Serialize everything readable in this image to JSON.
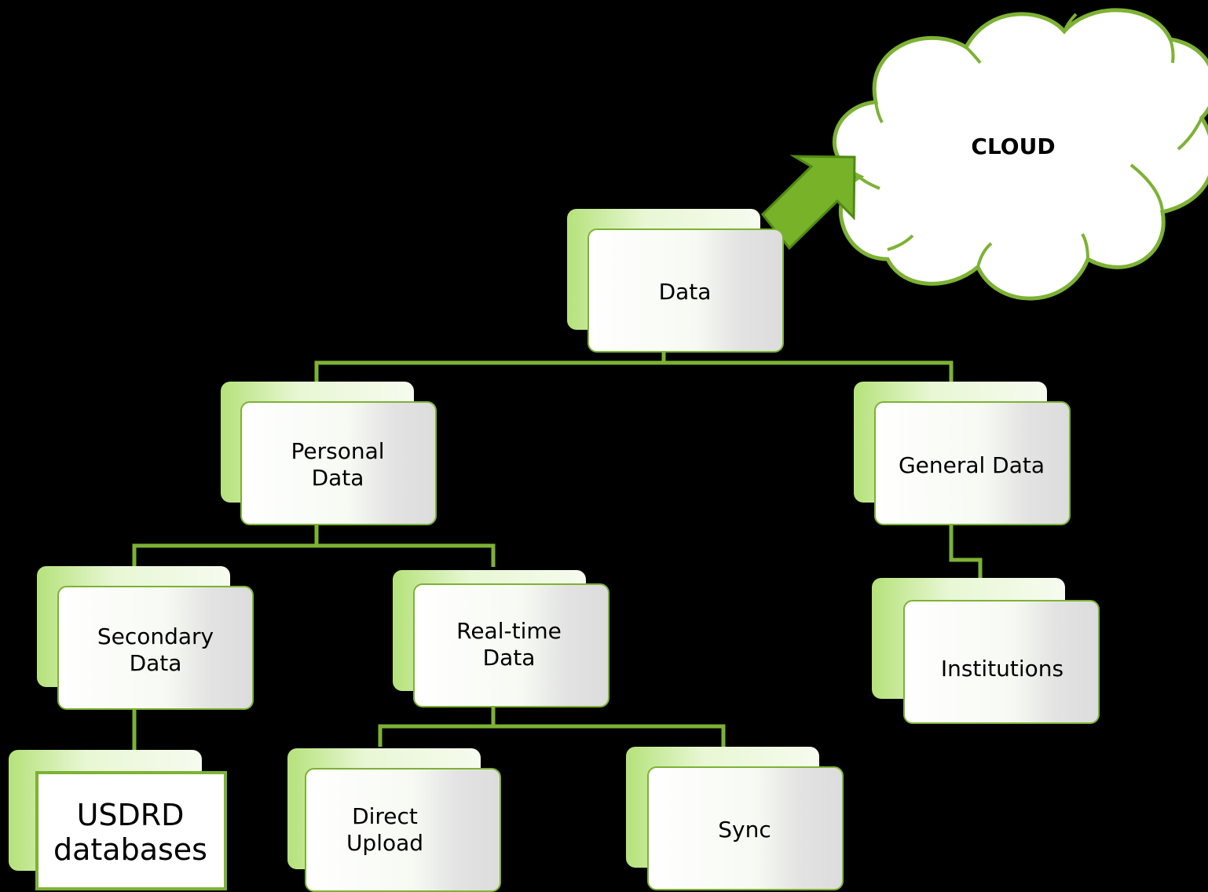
{
  "cloud": {
    "label": "CLOUD"
  },
  "nodes": {
    "data": "Data",
    "personal": "Personal\nData",
    "general": "General Data",
    "secondary": "Secondary\nData",
    "realtime": "Real-time\nData",
    "institutions": "Institutions",
    "usdrd": "USDRD\ndatabases",
    "direct_upload": "Direct\nUpload",
    "sync": "Sync"
  },
  "colors": {
    "accent": "#7db234",
    "arrow": "#78b228",
    "background": "#000000"
  }
}
